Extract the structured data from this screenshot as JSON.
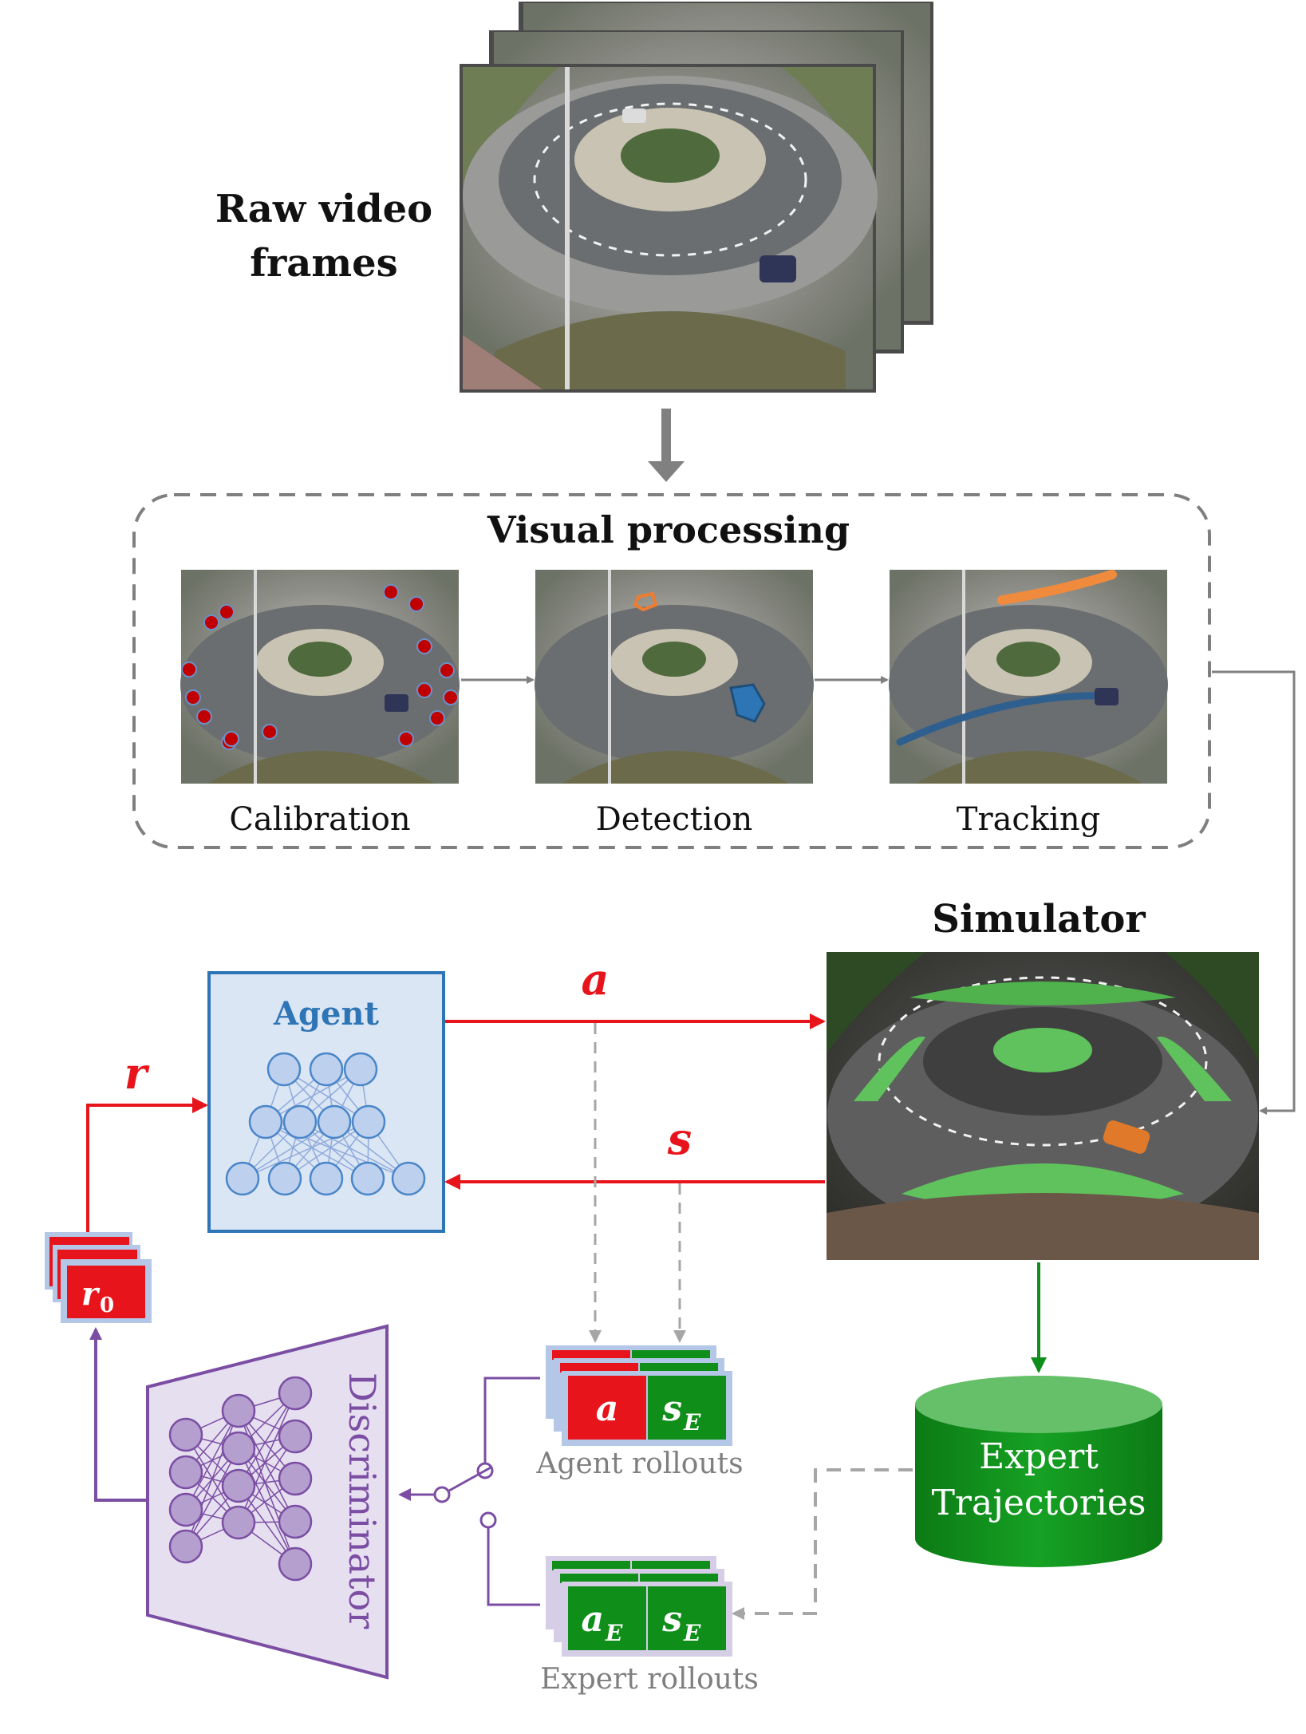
{
  "raw_video": {
    "title_line1": "Raw video",
    "title_line2": "frames"
  },
  "visual_processing": {
    "title": "Visual processing",
    "steps": [
      {
        "label": "Calibration"
      },
      {
        "label": "Detection"
      },
      {
        "label": "Tracking"
      }
    ]
  },
  "simulator": {
    "title": "Simulator"
  },
  "agent": {
    "title": "Agent"
  },
  "signals": {
    "action": "a",
    "state": "s",
    "reward": "r",
    "reward_base": "r",
    "reward_sub": "0"
  },
  "agent_rollouts": {
    "label": "Agent rollouts",
    "cell_a": "a",
    "cell_s": "s",
    "cell_s_sub": "E"
  },
  "expert_rollouts": {
    "label": "Expert rollouts",
    "cell_a": "a",
    "cell_a_sub": "E",
    "cell_s": "s",
    "cell_s_sub": "E"
  },
  "expert_store": {
    "line1": "Expert",
    "line2": "Trajectories"
  },
  "discriminator": {
    "title": "Discriminator"
  },
  "colors": {
    "red": "#e8141c",
    "green": "#0f8f1a",
    "purple": "#7b4ea3",
    "blue": "#2e75b6",
    "gray": "#808080"
  }
}
